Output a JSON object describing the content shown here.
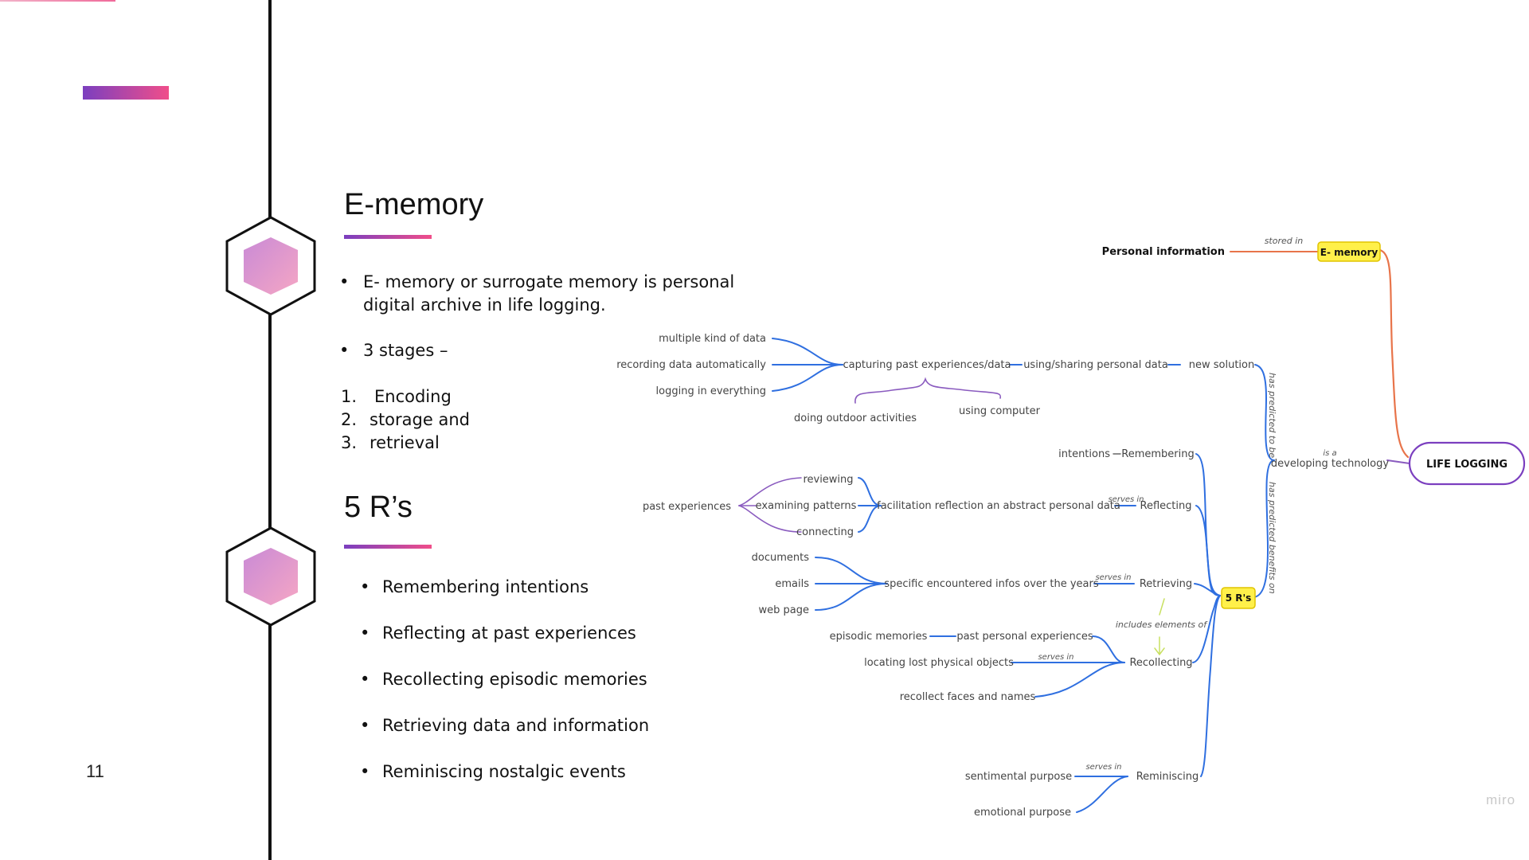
{
  "slide": {
    "page_number": "11",
    "watermark": "miro"
  },
  "section1": {
    "title": "E-memory",
    "bullet1": "E- memory or surrogate memory is personal digital archive in life logging.",
    "bullet1_line1": "E- memory or surrogate memory is personal",
    "bullet1_line2": "digital archive in life logging.",
    "bullet2": "3 stages –",
    "stages": [
      {
        "num": "1.",
        "label": "Encoding"
      },
      {
        "num": "2.",
        "label": "storage and"
      },
      {
        "num": "3.",
        "label": "retrieval"
      }
    ]
  },
  "section2": {
    "title": "5 R’s",
    "items": [
      "Remembering intentions",
      "Reflecting at past experiences",
      "Recollecting episodic memories",
      "Retrieving data and information",
      "Reminiscing nostalgic events"
    ]
  },
  "mindmap": {
    "root": "LIFE LOGGING",
    "ememory": "E- memory",
    "personal_info": "Personal information",
    "stored_in": "stored in",
    "is_a": "is a",
    "developing_technology": "developing technology",
    "has_predicted_to_be": "has predicted to be",
    "has_predicted_benefits_on": "has predicted benefits on",
    "new_solution": "new solution",
    "using_sharing": "using/sharing personal data",
    "capturing": "capturing past experiences/data",
    "multiple_kind": "multiple kind of data",
    "recording_auto": "recording data automatically",
    "logging_everything": "logging in everything",
    "doing_outdoor": "doing outdoor activities",
    "using_computer": "using computer",
    "five_rs": "5 R's",
    "remembering": "Remembering",
    "intentions": "intentions",
    "reflecting": "Reflecting",
    "serves_in": "serves in",
    "facilitation": "facilitation reflection an abstract personal data",
    "reviewing": "reviewing",
    "examining": "examining patterns",
    "connecting": "connecting",
    "past_experiences": "past experiences",
    "retrieving": "Retrieving",
    "specific_infos": "specific encountered infos over the years",
    "documents": "documents",
    "emails": "emails",
    "web_page": "web page",
    "includes_elements": "includes elements of",
    "recollecting": "Recollecting",
    "episodic": "episodic memories",
    "past_personal": "past personal experiences",
    "locating": "locating lost physical objects",
    "recollect_faces": "recollect faces and names",
    "reminiscing": "Reminiscing",
    "sentimental": "sentimental purpose",
    "emotional": "emotional purpose"
  },
  "colors": {
    "accent_purple": "#7b3fbf",
    "accent_pink": "#f04e8a",
    "map_blue": "#2f6fe0",
    "map_orange": "#e8744a",
    "map_purple": "#8a5bbf",
    "highlight_yellow": "#fff04a"
  }
}
